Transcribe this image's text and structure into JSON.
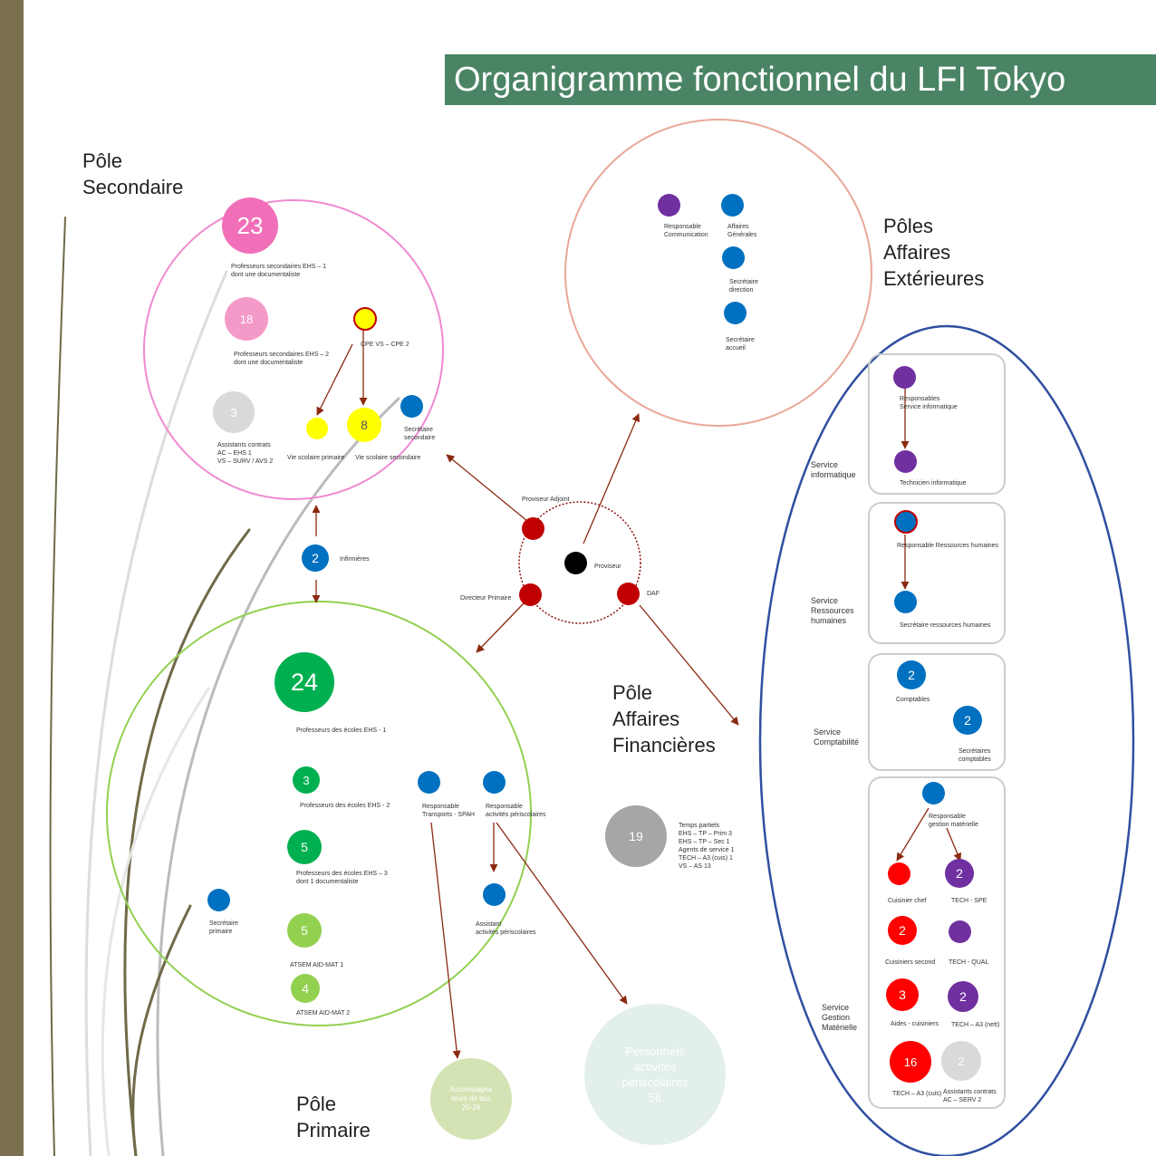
{
  "title": "Organigramme fonctionnel du LFI Tokyo",
  "poles": {
    "secondaire": [
      "Pôle",
      "Secondaire"
    ],
    "affaires_ext": [
      "Pôles",
      "Affaires",
      "Extérieures"
    ],
    "affaires_fin": [
      "Pôle",
      "Affaires",
      "Financières"
    ],
    "primaire": [
      "Pôle",
      "Primaire"
    ]
  },
  "secondaire": {
    "n1": "23",
    "l1": "Professeurs secondaires EHS – 1\ndont une documentaliste",
    "n2": "18",
    "l2": "Professeurs secondaires EHS – 2\ndont une documentaliste",
    "n3": "3",
    "l3": "Assistants contrats\nAC – EHS 1\nVS – SURV / AVS 2",
    "cpe": "CPE VS – CPE 2",
    "n8": "8",
    "vie_primaire": "Vie scolaire primaire",
    "vie_secondaire": "Vie scolaire secondaire",
    "sec_secondaire": "Secrétaire\nsecondaire"
  },
  "exterieures": {
    "resp_comm": "Responsable\nCommunication",
    "affaires_gen": "Affaires\nGénérales",
    "sec_direction": "Secrétaire\ndirection",
    "sec_accueil": "Secrétaire\naccueil"
  },
  "direction": {
    "proviseur_adjoint": "Proviseur Adjoint",
    "proviseur": "Proviseur",
    "directeur_primaire": "Directeur Primaire",
    "daf": "DAF",
    "infirmiere_n": "2",
    "infirmiere": "Infirmières"
  },
  "primaire": {
    "n24": "24",
    "l24": "Professeurs des écoles EHS - 1",
    "n3": "3",
    "l3": "Professeurs des écoles EHS - 2",
    "n5a": "5",
    "l5a": "Professeurs des écoles EHS – 3\ndont 1 documentaliste",
    "n5b": "5",
    "l5b": "ATSEM AID-MAT 1",
    "n4": "4",
    "l4": "ATSEM AID-MAT 2",
    "sec_primaire": "Secrétaire\nprimaire",
    "resp_transports": "Responsable\nTransports - SPAH",
    "resp_activites": "Responsable\nactivités périscolaires",
    "assistant": "Assistant\nactivités périscolaires",
    "accomp": "Accompagna\nteurs de bus\n20-26",
    "periscol": "Personnels\nactivités\npériscolaires\n56"
  },
  "financieres": {
    "n19": "19",
    "l19": "Temps partiels\nEHS – TP – Prim 3\nEHS – TP – Sec 1\nAgents de service 1\nTECH – A3 (cuis) 1\nVS – AS 13"
  },
  "services": {
    "informatique": {
      "label": "Service\ninformatique",
      "resp": "Responsables\nService informatique",
      "tech": "Technicien informatique"
    },
    "rh": {
      "label": "Service\nRessources\nhumaines",
      "resp": "Responsable Ressources humaines",
      "sec": "Secrétaire ressources humaines"
    },
    "comptabilite": {
      "label": "Service\nComptabilité",
      "n_compta": "2",
      "compta": "Comptables",
      "n_sec": "2",
      "sec": "Secrétaires\ncomptables"
    },
    "materielle": {
      "label": "Service\nGestion\nMatérielle",
      "resp": "Responsable\ngestion matérielle",
      "chef": "Cuisinier chef",
      "n_spe": "2",
      "spe": "TECH - SPE",
      "n_second": "2",
      "second": "Cuisiniers second",
      "qual": "TECH - QUAL",
      "n_aides": "3",
      "aides": "Aides - cuisiniers",
      "n_nett": "2",
      "nett": "TECH – A3 (nett)",
      "n_a3": "16",
      "a3": "TECH – A3 (cuis)",
      "n_ac": "2",
      "ac": "Assistants contrats\nAC – SERV 2"
    }
  },
  "colors": {
    "title_bg": "#4a8465",
    "pink": "#f06fb8",
    "green_light": "#92d050",
    "blue": "#0070c0",
    "purple": "#7030a0",
    "red": "#e00000",
    "yellow": "#ffff00",
    "arrow": "#8b2a10"
  }
}
